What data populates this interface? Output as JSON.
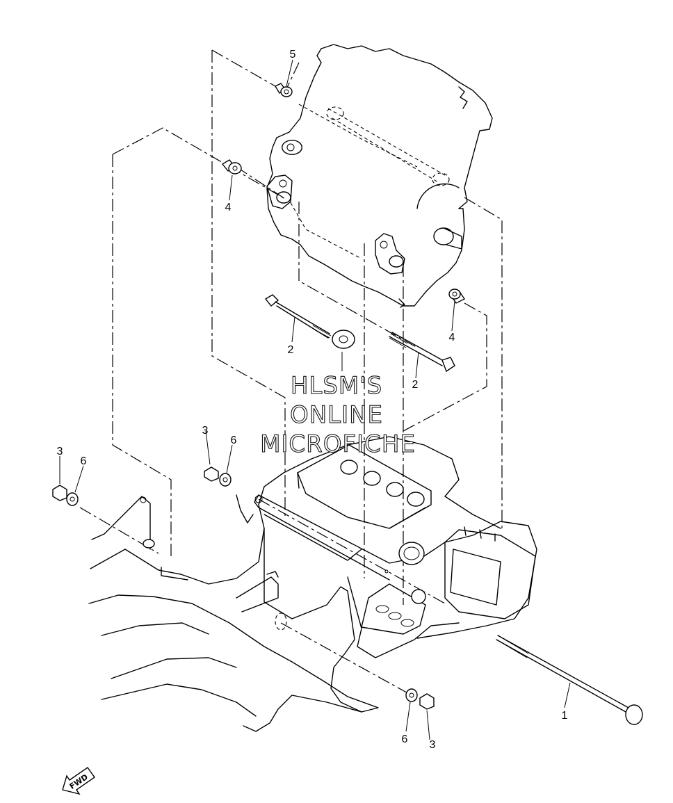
{
  "watermark": {
    "line1": "HLSM'S",
    "line2": "ONLINE",
    "line3": "MICROFICHE"
  },
  "callouts": {
    "bolt_long": "1",
    "bolt_left": "2",
    "bolt_right": "2",
    "nut_left": "3",
    "nut_mid": "3",
    "nut_bottom": "3",
    "damper_upper": "4",
    "damper_right": "4",
    "damper_top": "5",
    "washer_left": "6",
    "washer_mid": "6",
    "washer_bottom": "6"
  },
  "direction_badge": "FWD",
  "icons": {
    "direction": "fwd-arrow-icon"
  },
  "colors": {
    "line": "#000000",
    "background": "#ffffff"
  }
}
